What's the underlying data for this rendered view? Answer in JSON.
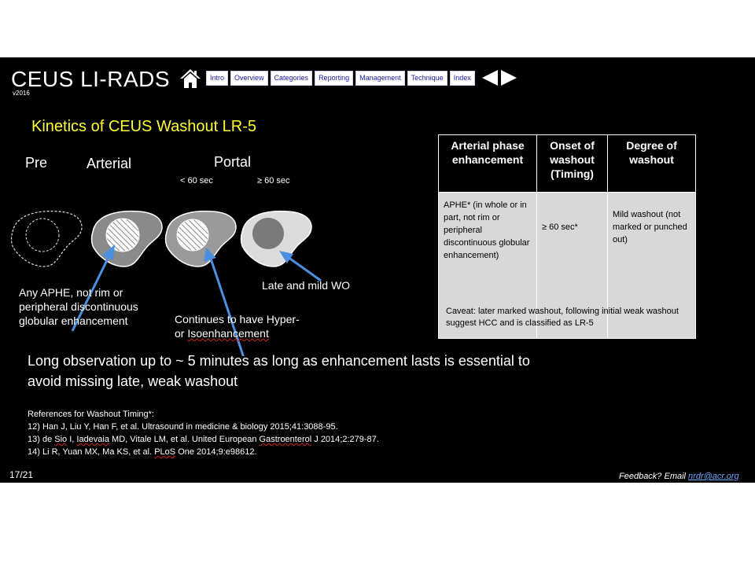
{
  "header": {
    "title": "CEUS LI-RADS",
    "version": "v2016",
    "home_icon": "home-icon"
  },
  "nav": {
    "items": [
      "Intro",
      "Overview",
      "Categories",
      "Reporting",
      "Management",
      "Technique",
      "Index"
    ],
    "prev_icon": "arrow-left-icon",
    "next_icon": "arrow-right-icon"
  },
  "slide": {
    "heading": "Kinetics of CEUS Washout LR-5",
    "phases": {
      "pre": "Pre",
      "arterial": "Arterial",
      "portal": "Portal",
      "under60": "< 60 sec",
      "over60": "≥ 60 sec"
    },
    "annotations": {
      "aphe": [
        "Any APHE, not rim or",
        "peripheral discontinuous",
        "globular enhancement"
      ],
      "continues_line1": "Continues to have Hyper-",
      "continues_prefix": "or ",
      "continues_word": "Isoenhancement",
      "late": "Late and mild WO"
    },
    "table": {
      "headers": [
        "Arterial phase enhancement",
        "Onset of washout (Timing)",
        "Degree of washout"
      ],
      "cells": [
        "APHE* (in whole or in part, not rim or peripheral discontinuous globular enhancement)",
        "≥ 60 sec*",
        "Mild washout (not marked or punched out)"
      ],
      "caveat": "Caveat: later marked washout, following initial weak washout suggest HCC and is classified as LR-5"
    },
    "statement": "Long observation up to ~ 5 minutes as long as enhancement lasts is essential to avoid missing late, weak washout",
    "references": {
      "title": "References for Washout Timing*:",
      "r12": "12) Han J, Liu Y, Han F, et al. Ultrasound in medicine & biology 2015;41:3088-95.",
      "r13_a": "13) de ",
      "r13_b": "Sio",
      "r13_c": " I, ",
      "r13_d": "Iadevaia",
      "r13_e": " MD, Vitale LM, et al. United European ",
      "r13_f": "Gastroenterol",
      "r13_g": " J 2014;2:279-87.",
      "r14_a": "14) Li R, Yuan MX, Ma KS, et al. ",
      "r14_b": "PLoS",
      "r14_c": " One 2014;9:e98612."
    }
  },
  "footer": {
    "page": "17/21",
    "feedback_label": "Feedback? Email ",
    "email": "nrdr@acr.org"
  },
  "colors": {
    "background": "#000000",
    "heading": "#ffff33",
    "arrow": "#4a8fe0",
    "table_body": "#d8d8d8",
    "link": "#6fa8ff"
  }
}
